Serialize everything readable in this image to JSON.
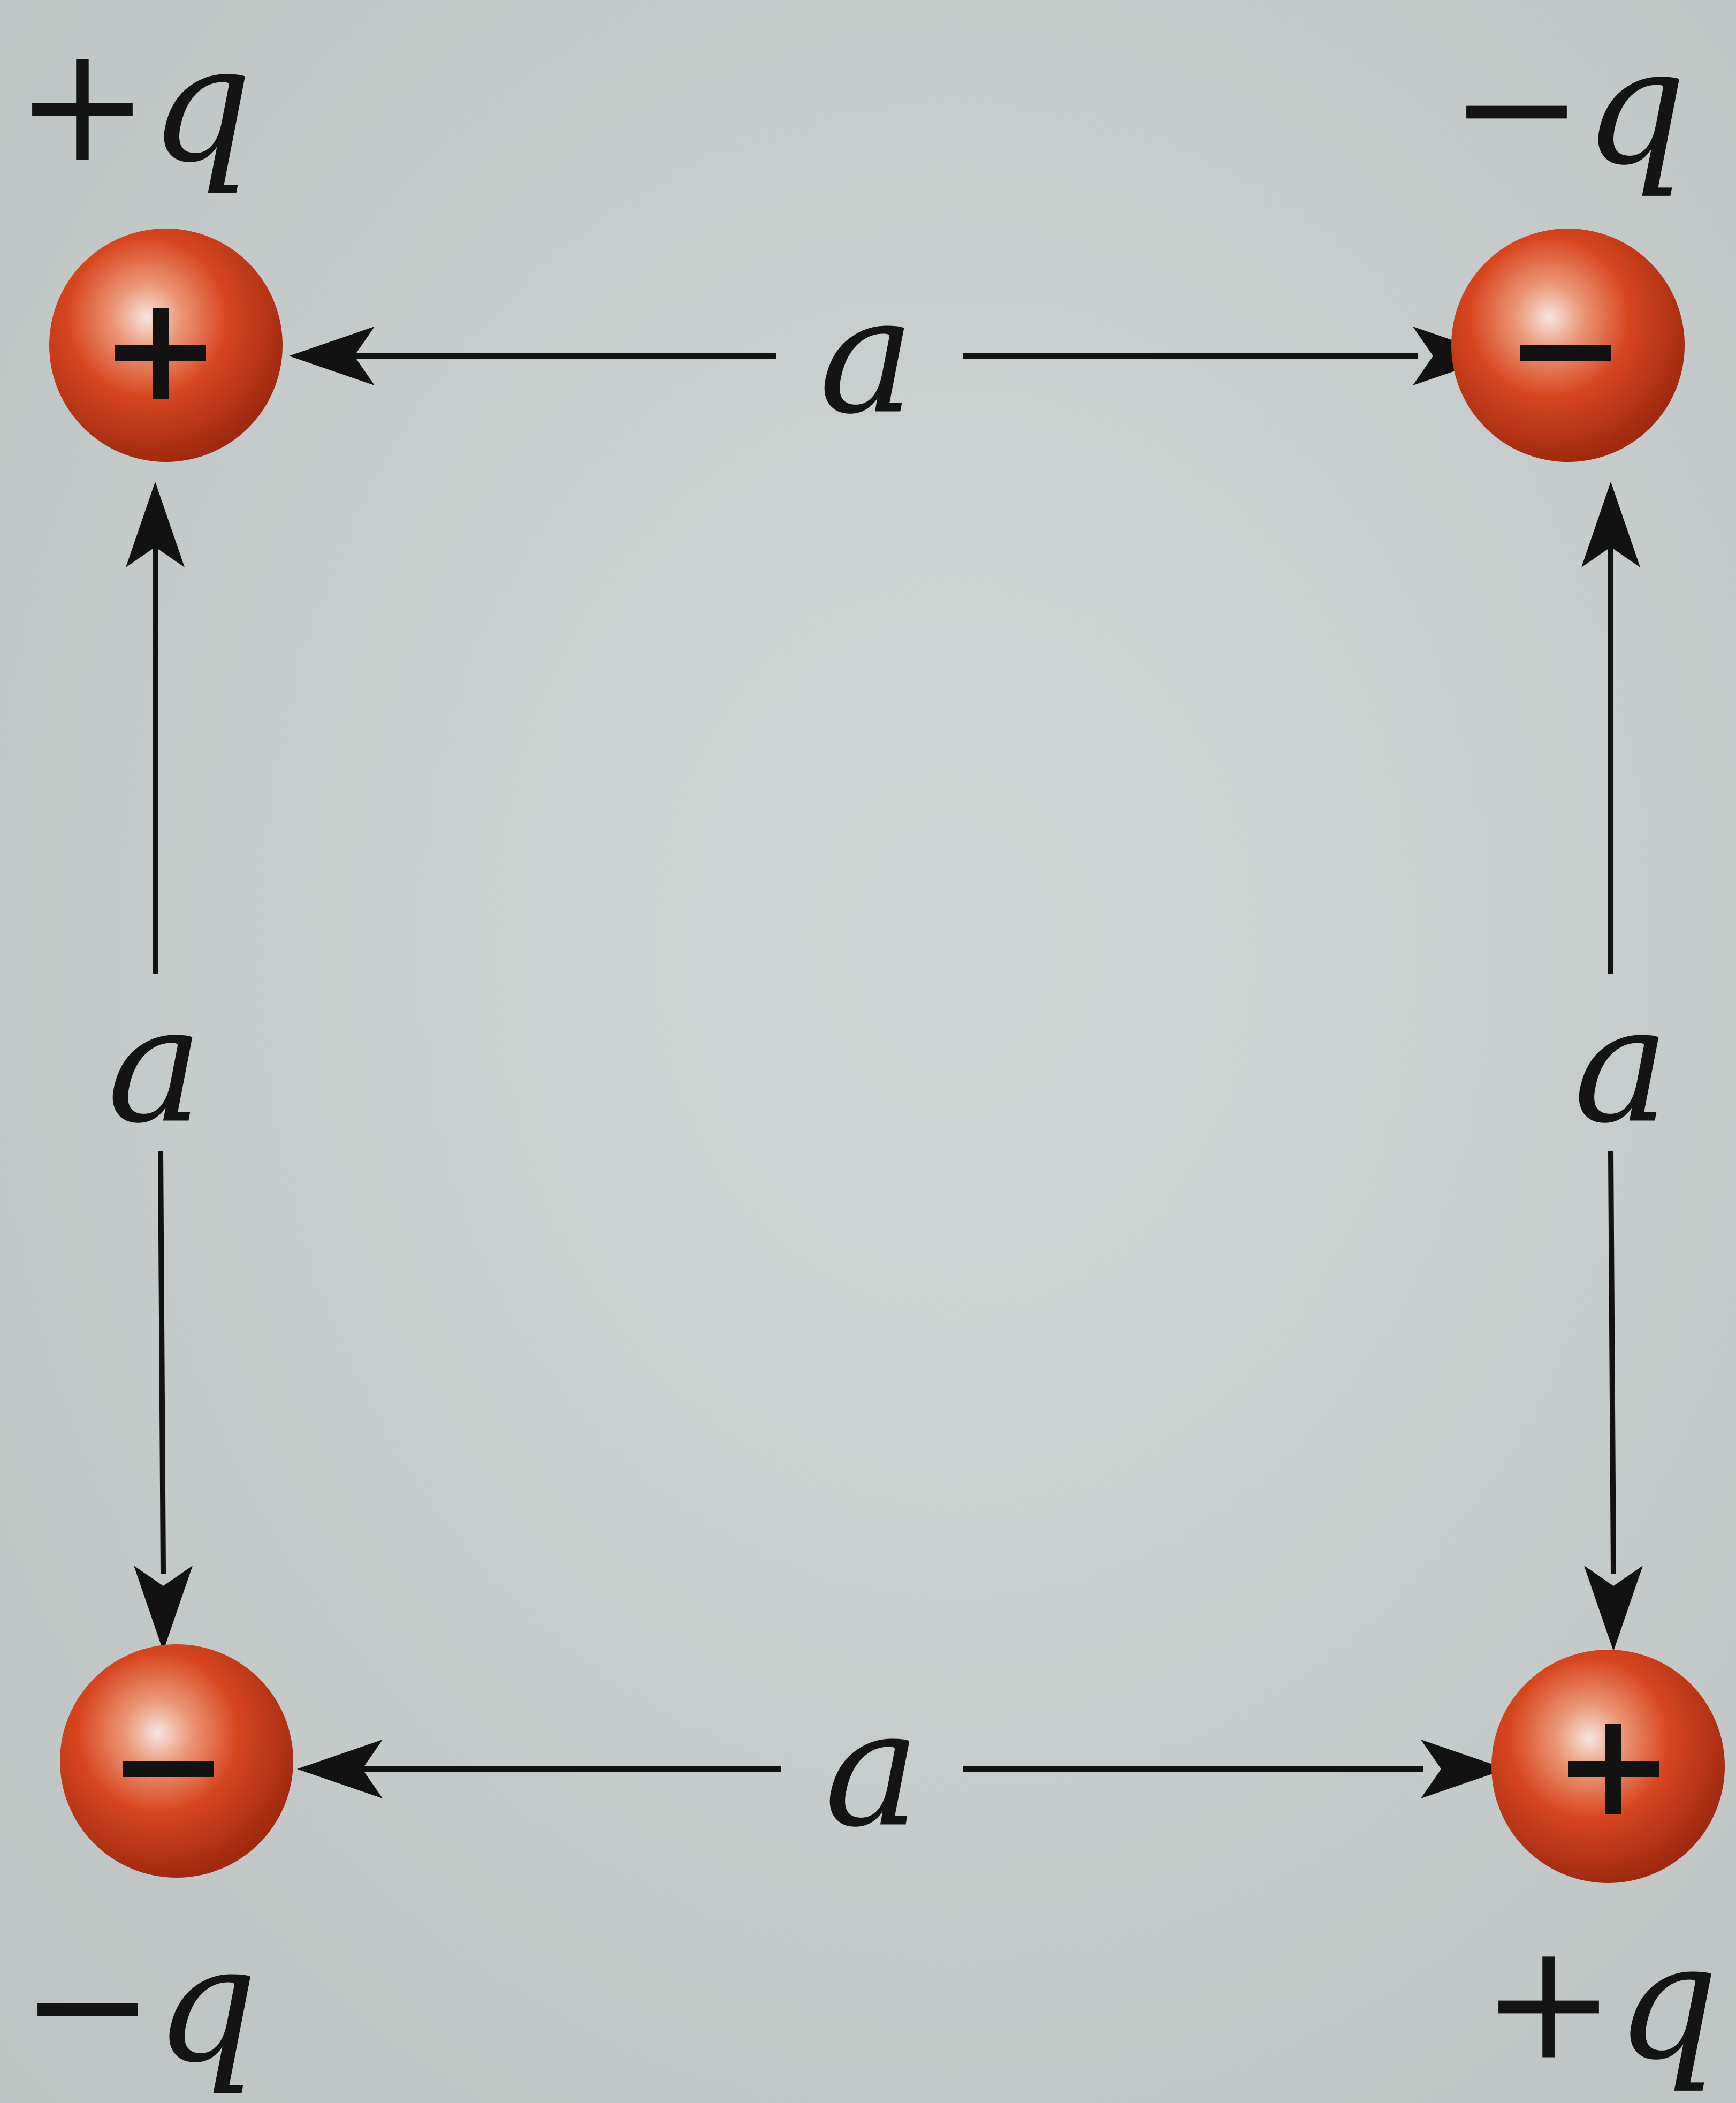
{
  "charges": [
    {
      "id": "top-left",
      "label": "+q",
      "sign": "+"
    },
    {
      "id": "top-right",
      "label": "−q",
      "sign": "−"
    },
    {
      "id": "bottom-left",
      "label": "−q",
      "sign": "−"
    },
    {
      "id": "bottom-right",
      "label": "+q",
      "sign": "+"
    }
  ],
  "dimensions": {
    "top": "a",
    "bottom": "a",
    "left": "a",
    "right": "a"
  },
  "colors": {
    "background": "#c6cccb",
    "charge_fill": "#d8461f",
    "charge_highlight": "#f4e6e0",
    "charge_edge": "#a02a10",
    "ink": "#121212"
  }
}
